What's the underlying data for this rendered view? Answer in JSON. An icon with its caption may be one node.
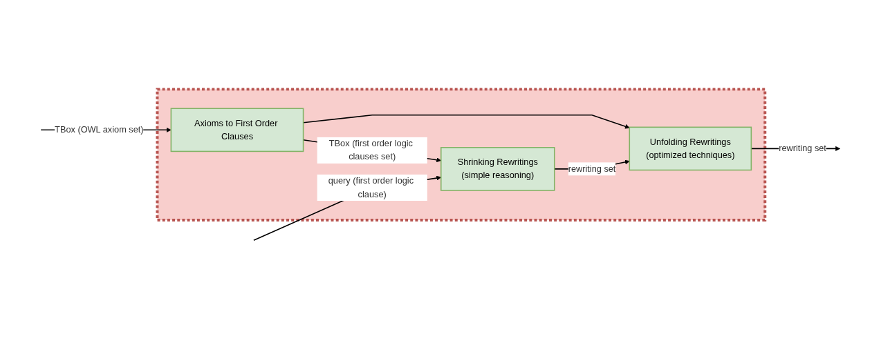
{
  "diagram": {
    "nodes": [
      {
        "text": [],
        "shape": "box"
      },
      {
        "text": [
          "Axioms to First Order Clauses"
        ],
        "in": 0
      },
      {
        "text": [
          "Shrinking Rewritings",
          "(simple reasoning)"
        ],
        "in": 0
      },
      {
        "text": [
          "Unfolding Rewritings",
          "(optimized techniques)"
        ],
        "in": 0
      }
    ],
    "edges": [
      {
        "from": null,
        "to": 1,
        "arrow": "to",
        "label": "TBox (OWL axiom set)"
      },
      {
        "from": null,
        "to": 2,
        "arrow": "to",
        "label": "query (first order logic clause)"
      },
      {
        "from": 1,
        "to": 2,
        "arrow": "to",
        "label": "TBox (first order logic clauses set)"
      },
      {
        "from": 1,
        "to": 3,
        "arrow": "to"
      },
      {
        "from": 2,
        "to": 3,
        "arrow": "to",
        "label": "rewriting set"
      },
      {
        "from": 3,
        "to": null,
        "arrow": "to",
        "label": "rewriting set"
      }
    ]
  }
}
